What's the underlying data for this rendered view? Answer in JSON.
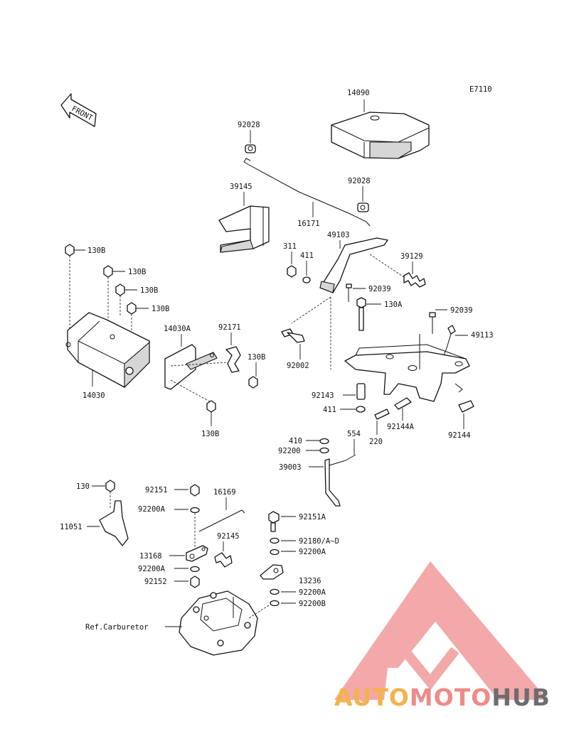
{
  "diagram_code": "E7110",
  "front_label": "FRONT",
  "ref_label": "Ref.Carburetor",
  "watermark": {
    "auto": "AUTO",
    "moto": "MOTO",
    "hub": "HUB",
    "colors": {
      "triangle": "#f2a0a0",
      "auto": "#f4b24a",
      "moto": "#f08a8a",
      "hub": "#6d6d6d"
    }
  },
  "part_numbers": {
    "p14090": "14090",
    "p92028a": "92028",
    "p92028b": "92028",
    "p39145": "39145",
    "p16171": "16171",
    "p49103": "49103",
    "p311": "311",
    "p411a": "411",
    "p39129": "39129",
    "p92039a": "92039",
    "p130a_top": "130A",
    "p92039b": "92039",
    "p49113": "49113",
    "p92002": "92002",
    "p92143": "92143",
    "p411b": "411",
    "p92144a": "92144A",
    "p92144": "92144",
    "p220": "220",
    "p410": "410",
    "p554": "554",
    "p92200": "92200",
    "p39003": "39003",
    "p130b_1": "130B",
    "p130b_2": "130B",
    "p130b_3": "130B",
    "p130b_4": "130B",
    "p14030a": "14030A",
    "p92171": "92171",
    "p130b_5": "130B",
    "p14030": "14030",
    "p130b_6": "130B",
    "p130": "130",
    "p11051": "11051",
    "p92151": "92151",
    "p92200a_1": "92200A",
    "p16169": "16169",
    "p92145": "92145",
    "p13168": "13168",
    "p92200a_2": "92200A",
    "p92152": "92152",
    "p92151a": "92151A",
    "p92180": "92180/A~D",
    "p92200a_3": "92200A",
    "p13236": "13236",
    "p92200a_4": "92200A",
    "p92200b": "92200B"
  }
}
